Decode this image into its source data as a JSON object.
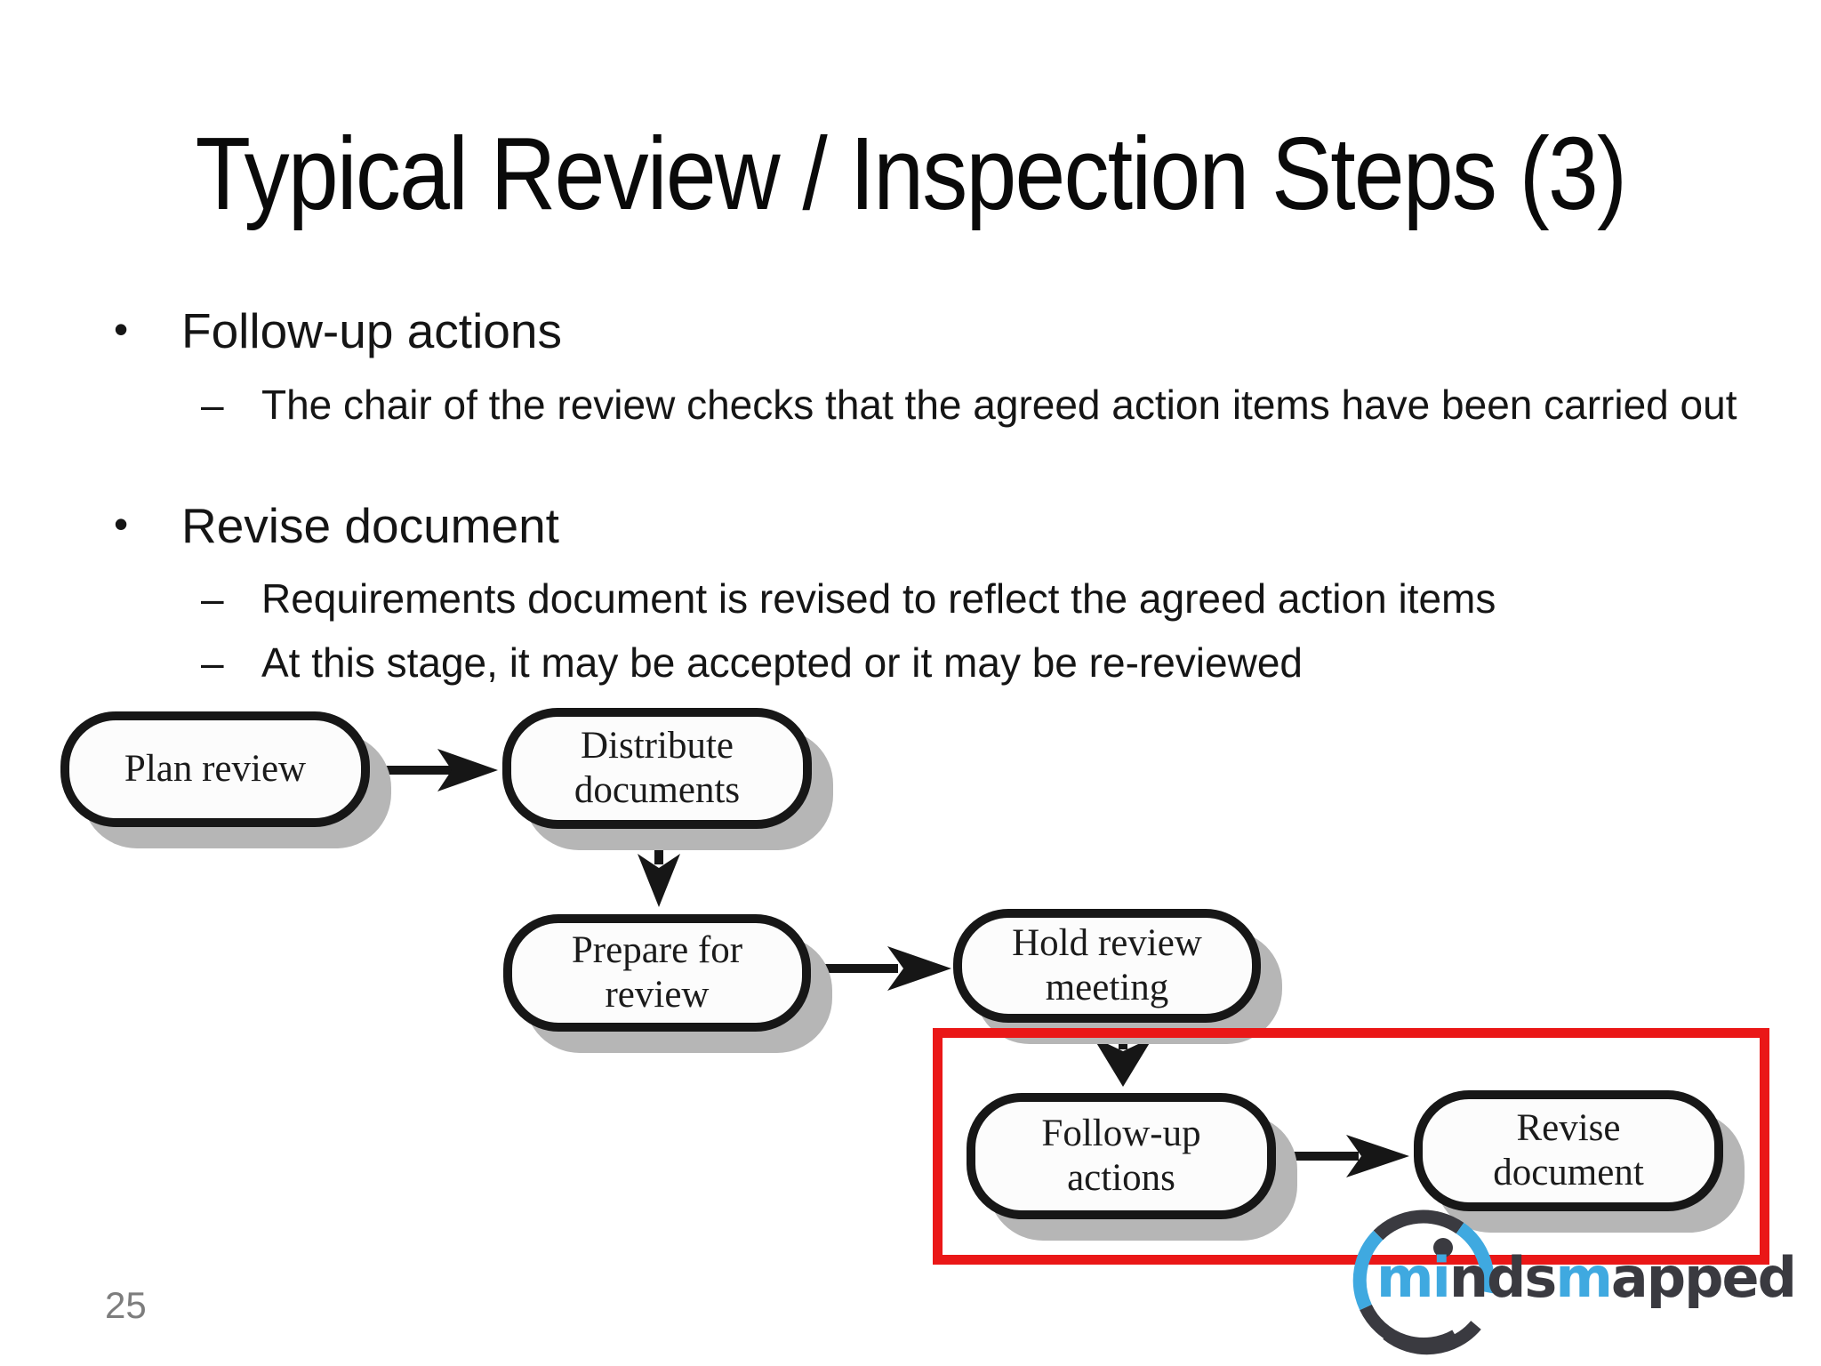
{
  "slide": {
    "title": "Typical Review / Inspection Steps (3)",
    "page_number": "25",
    "markers": {
      "bullet": "•",
      "dash": "–"
    },
    "bullets": [
      {
        "level": 1,
        "text": "Follow-up actions"
      },
      {
        "level": 2,
        "text": "The chair of the review checks that the agreed action items have been carried out"
      },
      {
        "level": 1,
        "text": "Revise document"
      },
      {
        "level": 2,
        "text": "Requirements document is revised to reflect the agreed action items"
      },
      {
        "level": 2,
        "text": "At this stage, it may be accepted or it may be re-reviewed"
      }
    ]
  },
  "diagram": {
    "nodes": [
      {
        "label": "Plan review"
      },
      {
        "label": "Distribute\ndocuments"
      },
      {
        "label": "Prepare for\nreview"
      },
      {
        "label": "Hold review\nmeeting"
      },
      {
        "label": "Follow-up\nactions"
      },
      {
        "label": "Revise\ndocument"
      }
    ],
    "edges": [
      [
        "Plan review",
        "Distribute documents"
      ],
      [
        "Distribute documents",
        "Prepare for review"
      ],
      [
        "Prepare for review",
        "Hold review meeting"
      ],
      [
        "Hold review meeting",
        "Follow-up actions"
      ],
      [
        "Follow-up actions",
        "Revise document"
      ]
    ],
    "highlight": {
      "color": "#ea1717",
      "around": [
        "Follow-up actions",
        "Revise document"
      ]
    },
    "node_style": {
      "border": "#171717",
      "fill": "#fcfcfc",
      "shadow": "#b6b6b6"
    }
  },
  "logo": {
    "text": "mindsmapped",
    "letters": [
      "m",
      "i",
      "n",
      "d",
      "s",
      "m",
      "a",
      "p",
      "p",
      "e",
      "d"
    ],
    "blue": "#3fa9e0",
    "dark": "#3a3a40"
  }
}
